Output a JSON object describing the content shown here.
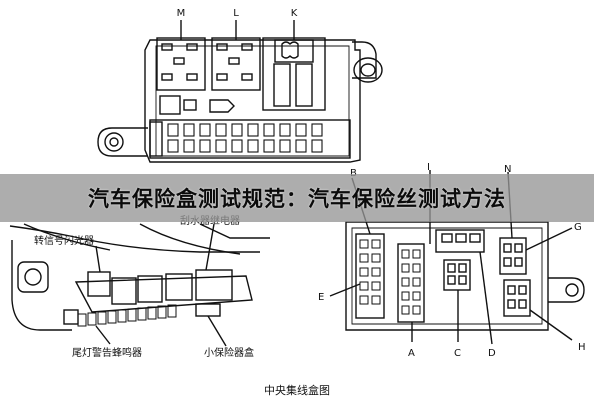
{
  "banner": {
    "title": "汽车保险盒测试规范：汽车保险丝测试方法"
  },
  "top_diagram": {
    "labels": {
      "m": "M",
      "l": "L",
      "k": "K"
    }
  },
  "left_diagram": {
    "labels": {
      "turn_signal_flasher": "转信号闪光器",
      "wiper_relay": "刮水器继电器",
      "tail_light_buzzer": "尾灯警告蜂鸣器",
      "small_fuse_box": "小保险器盒"
    }
  },
  "right_diagram": {
    "labels": {
      "a": "A",
      "b": "B",
      "c": "C",
      "d": "D",
      "e": "E",
      "g": "G",
      "h": "H",
      "i": "I",
      "n": "N"
    }
  },
  "caption": "中央集线盒图"
}
